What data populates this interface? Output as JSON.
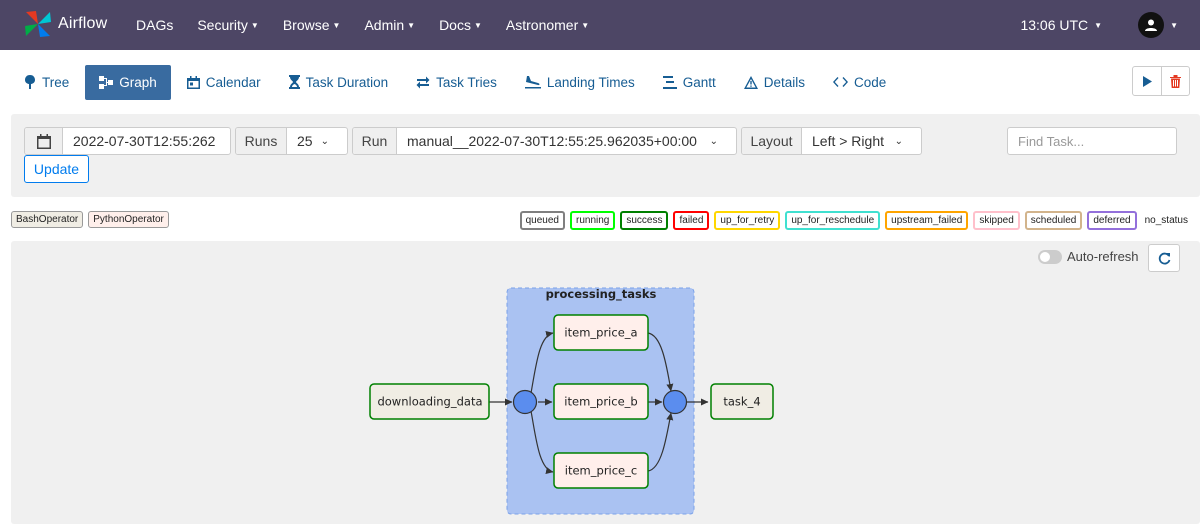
{
  "navbar": {
    "brand": "Airflow",
    "menu": [
      {
        "label": "DAGs",
        "dropdown": false
      },
      {
        "label": "Security",
        "dropdown": true
      },
      {
        "label": "Browse",
        "dropdown": true
      },
      {
        "label": "Admin",
        "dropdown": true
      },
      {
        "label": "Docs",
        "dropdown": true
      },
      {
        "label": "Astronomer",
        "dropdown": true
      }
    ],
    "clock": "13:06 UTC",
    "colors": {
      "bg": "#4d4665"
    }
  },
  "tabs": [
    {
      "label": "Tree",
      "icon": "tree-icon"
    },
    {
      "label": "Graph",
      "icon": "graph-icon",
      "active": true
    },
    {
      "label": "Calendar",
      "icon": "calendar-icon"
    },
    {
      "label": "Task Duration",
      "icon": "hourglass-icon"
    },
    {
      "label": "Task Tries",
      "icon": "retry-icon"
    },
    {
      "label": "Landing Times",
      "icon": "landing-icon"
    },
    {
      "label": "Gantt",
      "icon": "gantt-icon"
    },
    {
      "label": "Details",
      "icon": "warning-icon"
    },
    {
      "label": "Code",
      "icon": "code-icon"
    }
  ],
  "filters": {
    "date_value": "2022-07-30T12:55:262",
    "runs_label": "Runs",
    "runs_value": "25",
    "run_label": "Run",
    "run_value": "manual__2022-07-30T12:55:25.962035+00:00",
    "layout_label": "Layout",
    "layout_value": "Left > Right",
    "find_placeholder": "Find Task...",
    "update_label": "Update"
  },
  "operators": [
    {
      "label": "BashOperator",
      "color": "#f0ede4"
    },
    {
      "label": "PythonOperator",
      "color": "#ffefeb"
    }
  ],
  "states": [
    {
      "label": "queued",
      "color": "#808080"
    },
    {
      "label": "running",
      "color": "#00ff00"
    },
    {
      "label": "success",
      "color": "#008000"
    },
    {
      "label": "failed",
      "color": "#ff0000"
    },
    {
      "label": "up_for_retry",
      "color": "#ffd700"
    },
    {
      "label": "up_for_reschedule",
      "color": "#40e0d0"
    },
    {
      "label": "upstream_failed",
      "color": "#ffa500"
    },
    {
      "label": "skipped",
      "color": "#ffc0cb"
    },
    {
      "label": "scheduled",
      "color": "#d2b48c"
    },
    {
      "label": "deferred",
      "color": "#9370db"
    }
  ],
  "no_status_label": "no_status",
  "graph": {
    "auto_refresh_label": "Auto-refresh",
    "group_label": "processing_tasks",
    "tasks": {
      "downloading_data": "downloading_data",
      "item_price_a": "item_price_a",
      "item_price_b": "item_price_b",
      "item_price_c": "item_price_c",
      "task_4": "task_4"
    }
  }
}
